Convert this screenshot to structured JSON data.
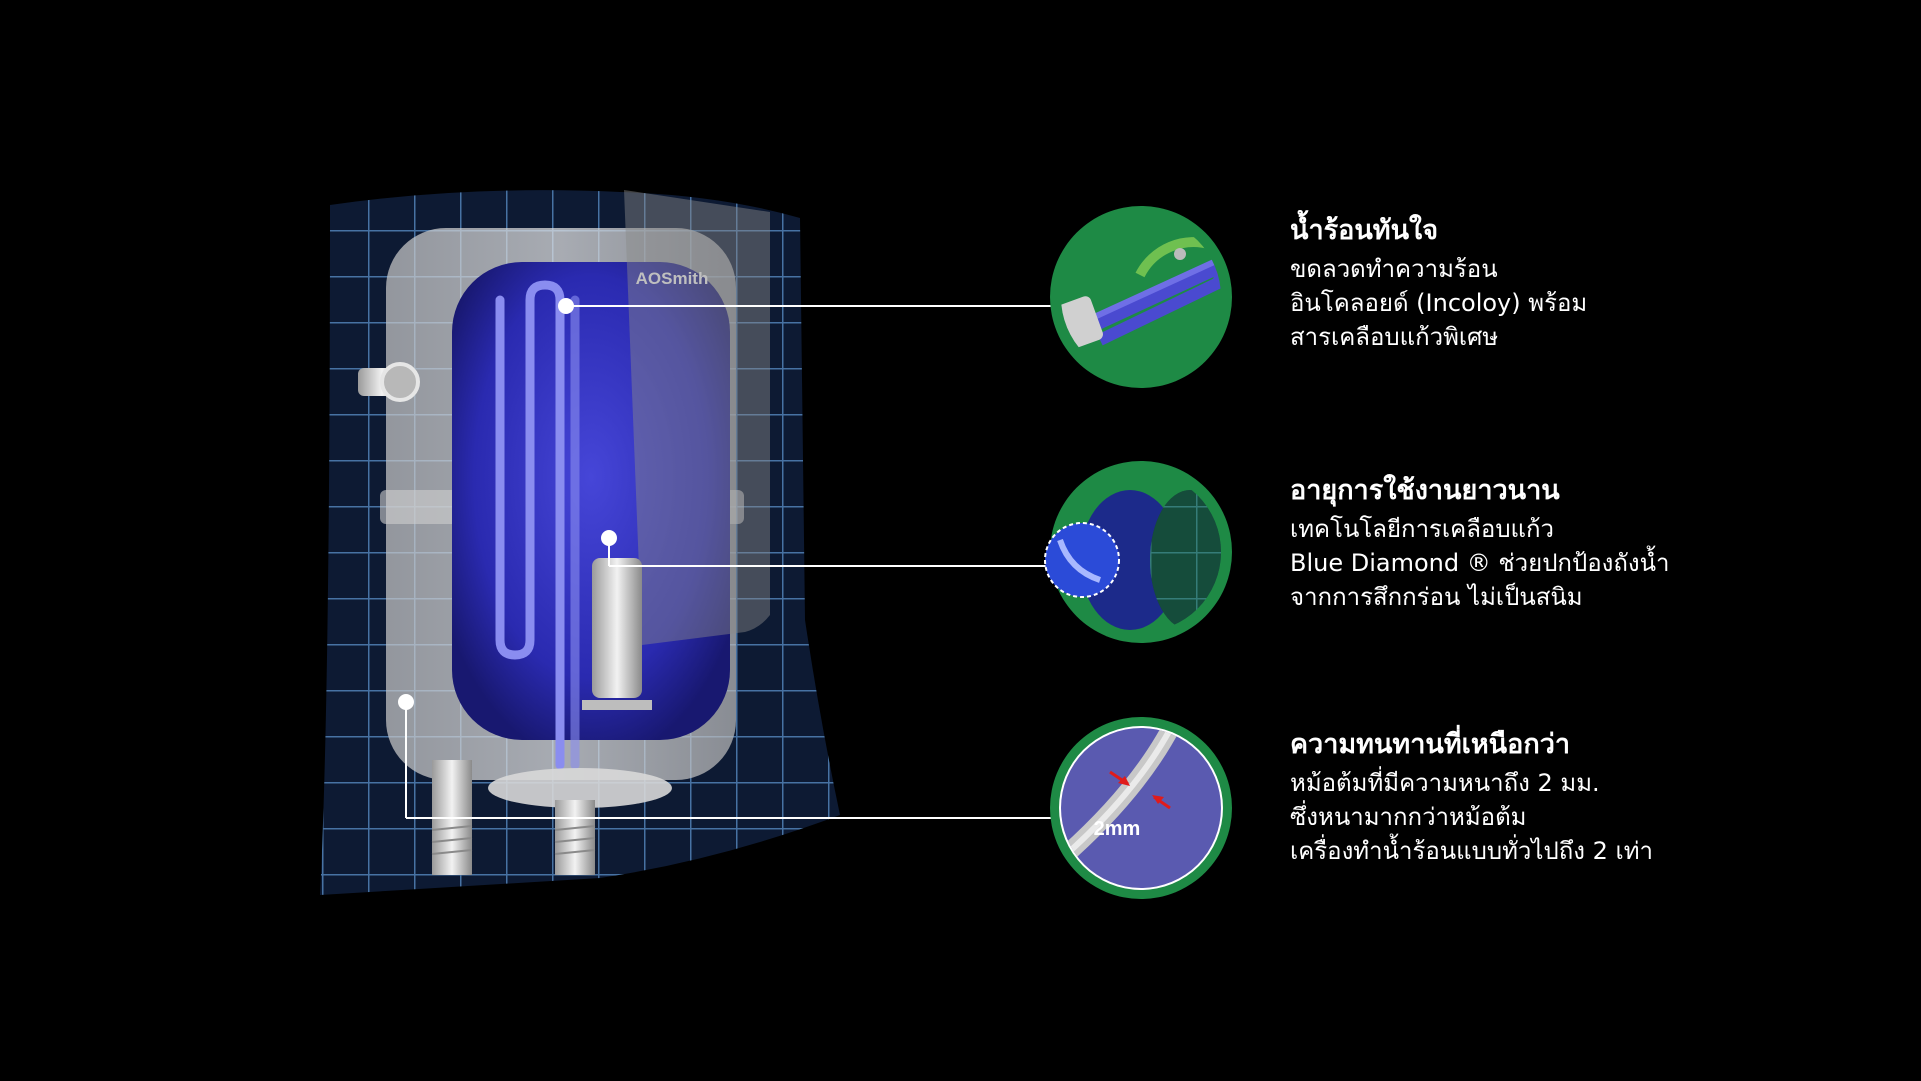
{
  "brand": "AOSmith",
  "colors": {
    "background": "#000000",
    "circle_ring": "#1e8a45",
    "tank_blue": "#2a2ab8",
    "grid_blue": "#5a8ec8",
    "heat_gauge": "#d83a1e",
    "arrow_red": "#e01b1b"
  },
  "features": [
    {
      "title": "น้ำร้อนทันใจ",
      "description": "ขดลวดทำความร้อน\nอินโคลอยด์ (Incoloy) พร้อม\nสารเคลือบแก้วพิเศษ",
      "icon": "heating-element-icon"
    },
    {
      "title": "อายุการใช้งานยาวนาน",
      "description": "เทคโนโลยีการเคลือบแก้ว\nBlue Diamond ® ช่วยปกป้องถังน้ำ\nจากการสึกกร่อน ไม่เป็นสนิม",
      "icon": "blue-diamond-coating-icon"
    },
    {
      "title": "ความทนทานที่เหนือกว่า",
      "description": "หม้อต้มที่มีความหนาถึง 2 มม.\nซึ่งหนามากกว่าหม้อต้ม\nเครื่องทำน้ำร้อนแบบทั่วไปถึง 2 เท่า",
      "icon": "tank-thickness-icon"
    }
  ],
  "thickness_label": "2mm"
}
